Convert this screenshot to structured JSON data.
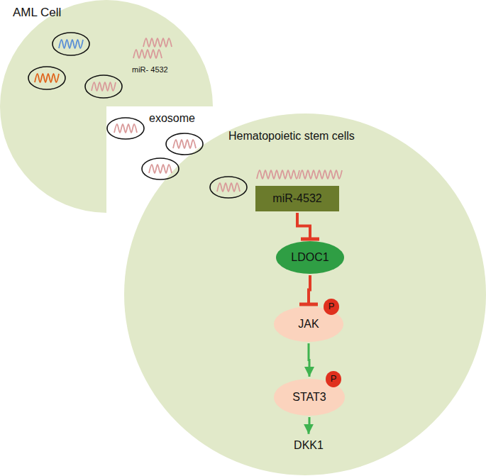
{
  "diagram": {
    "nodes": [
      {
        "text": [
          "AML Cell"
        ]
      },
      {
        "text": [
          "Hematopoietic stem cells"
        ]
      },
      {
        "text": [
          "miR-4532"
        ],
        "in": 1
      },
      {
        "text": [
          "LDOC1"
        ],
        "in": 1
      },
      {
        "text": [
          "JAK"
        ],
        "in": 1
      },
      {
        "text": [
          "P"
        ],
        "in": 4
      },
      {
        "text": [
          "STAT3"
        ],
        "in": 1
      },
      {
        "text": [
          "P"
        ],
        "in": 6
      },
      {
        "text": [
          "DKK1"
        ],
        "in": 1
      }
    ],
    "edges": [
      {
        "from": 2,
        "to": 3,
        "arrow": "to"
      },
      {
        "from": 3,
        "to": 4,
        "arrow": "to"
      },
      {
        "from": 4,
        "to": 6,
        "arrow": "to"
      },
      {
        "from": 6,
        "to": 8,
        "arrow": "to"
      }
    ],
    "labels": [
      "miR- 4532",
      "exosome"
    ]
  }
}
